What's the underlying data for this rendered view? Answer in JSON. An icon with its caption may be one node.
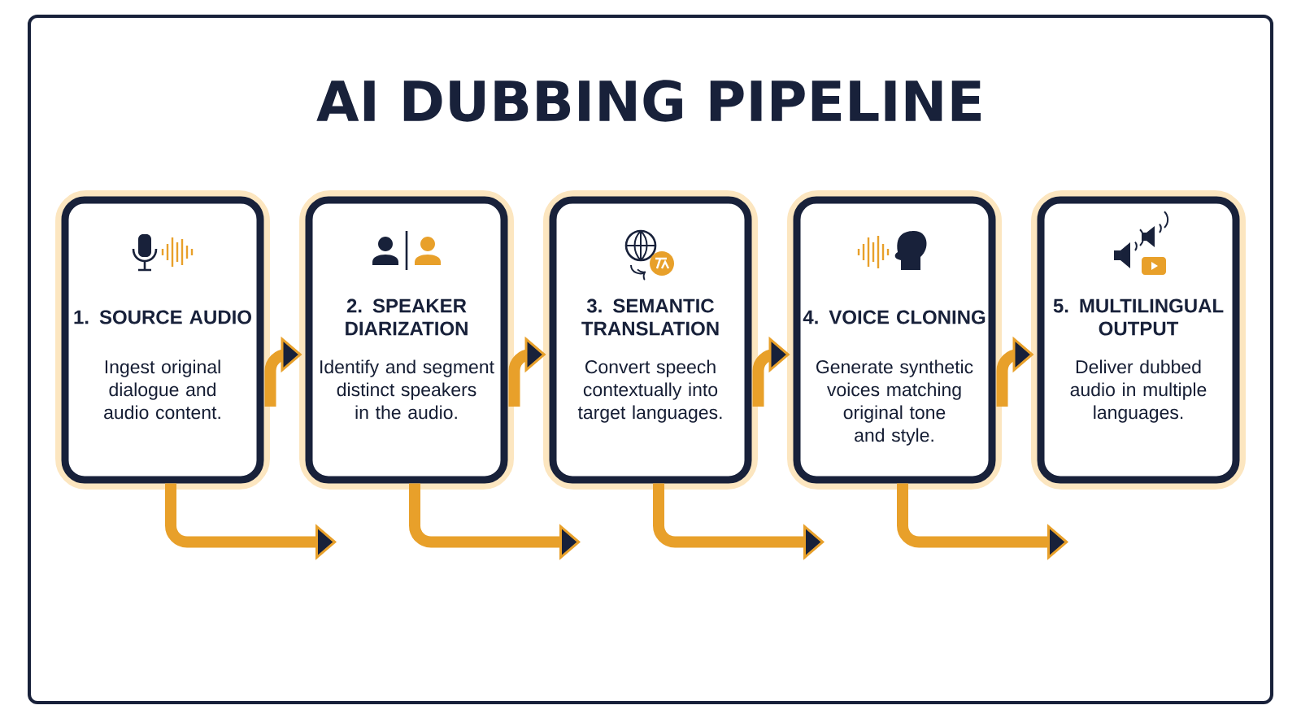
{
  "diagram": {
    "title": "AI DUBBING PIPELINE",
    "nodes": [
      {
        "text": [
          "1. SOURCE AUDIO",
          "Ingest original dialogue and audio content."
        ]
      },
      {
        "text": [
          "2. SPEAKER DIARIZATION",
          "Identify and segment distinct speakers in the audio."
        ]
      },
      {
        "text": [
          "3. SEMANTIC TRANSLATION",
          "Convert speech contextually into target languages."
        ]
      },
      {
        "text": [
          "4. VOICE CLONING",
          "Generate synthetic voices matching original tone and style."
        ]
      },
      {
        "text": [
          "5. MULTILINGUAL OUTPUT",
          "Deliver dubbed audio in multiple languages."
        ]
      }
    ],
    "edges": [
      {
        "from": 0,
        "to": 1,
        "arrow": "to"
      },
      {
        "from": 1,
        "to": 2,
        "arrow": "to"
      },
      {
        "from": 2,
        "to": 3,
        "arrow": "to"
      },
      {
        "from": 3,
        "to": 4,
        "arrow": "to"
      },
      {
        "from": 0,
        "to": null,
        "arrow": "to"
      },
      {
        "from": 1,
        "to": null,
        "arrow": "to"
      },
      {
        "from": 2,
        "to": null,
        "arrow": "to"
      },
      {
        "from": 3,
        "to": null,
        "arrow": "to"
      }
    ]
  }
}
